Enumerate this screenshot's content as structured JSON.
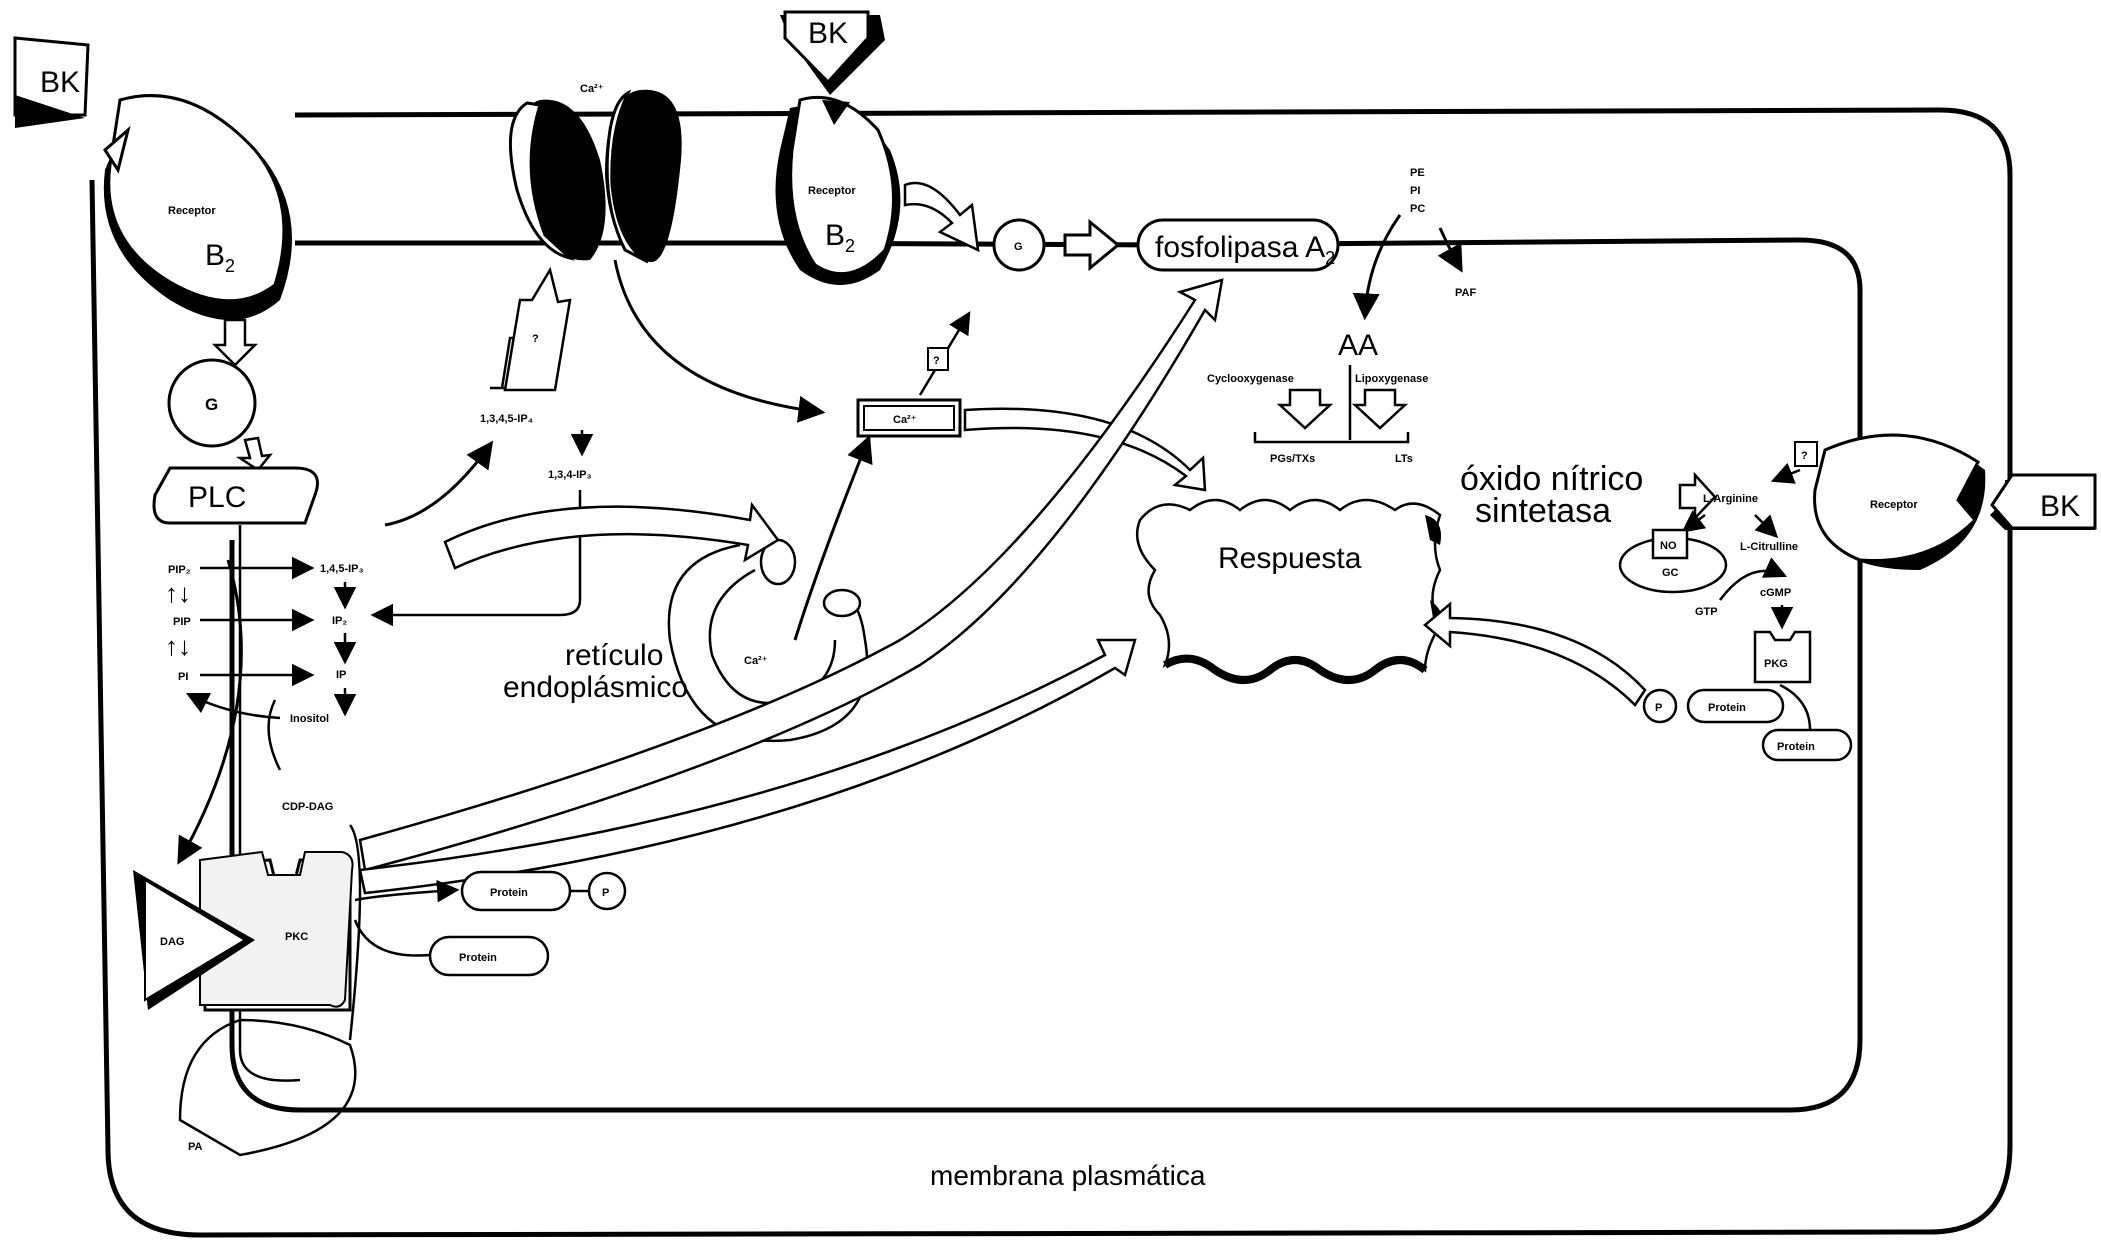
{
  "labels": {
    "bk_top_left": "BK",
    "bk_top_center": "BK",
    "bk_right": "BK",
    "receptor_left": "Receptor",
    "b2_left": "B",
    "b2_left_sub": "2",
    "receptor_center": "Receptor",
    "b2_center": "B",
    "b2_center_sub": "2",
    "receptor_right": "Receptor",
    "g_left": "G",
    "g_center": "G",
    "plc": "PLC",
    "ca_channel": "Ca²⁺",
    "ca_box": "Ca²⁺",
    "ca_er": "Ca²⁺",
    "question_1": "?",
    "question_2": "?",
    "question_3": "?",
    "ip4": "1,3,4,5-IP₄",
    "ip3_134": "1,3,4-IP₃",
    "ip3_145": "1,4,5-IP₃",
    "ip2": "IP₂",
    "ip": "IP",
    "inositol": "Inositol",
    "pip2": "PIP₂",
    "pip": "PIP",
    "pi": "PI",
    "cdp_dag": "CDP-DAG",
    "dag": "DAG",
    "pkc": "PKC",
    "pa": "PA",
    "protein_p": "Protein",
    "protein_lower": "Protein",
    "p_circle_1": "P",
    "p_circle_2": "P",
    "fosfolipasa": "fosfolipasa A",
    "fosfolipasa_sub": "2",
    "pe": "PE",
    "pi_lipid": "PI",
    "pc": "PC",
    "paf": "PAF",
    "aa": "AA",
    "cyclooxygenase": "Cyclooxygenase",
    "lipoxygenase": "Lipoxygenase",
    "pgs_txs": "PGs/TXs",
    "lts": "LTs",
    "respuesta": "Respuesta",
    "reticulo_1": "retículo",
    "reticulo_2": "endoplásmico",
    "oxido_1": "óxido nítrico",
    "oxido_2": "sintetasa",
    "l_arginine": "L-Arginine",
    "l_citrulline": "L-Citrulline",
    "no": "NO",
    "gc": "GC",
    "gtp": "GTP",
    "cgmp": "cGMP",
    "pkg": "PKG",
    "protein_pkg": "Protein",
    "protein_pkg_2": "Protein",
    "membrana": "membrana plasmática"
  }
}
